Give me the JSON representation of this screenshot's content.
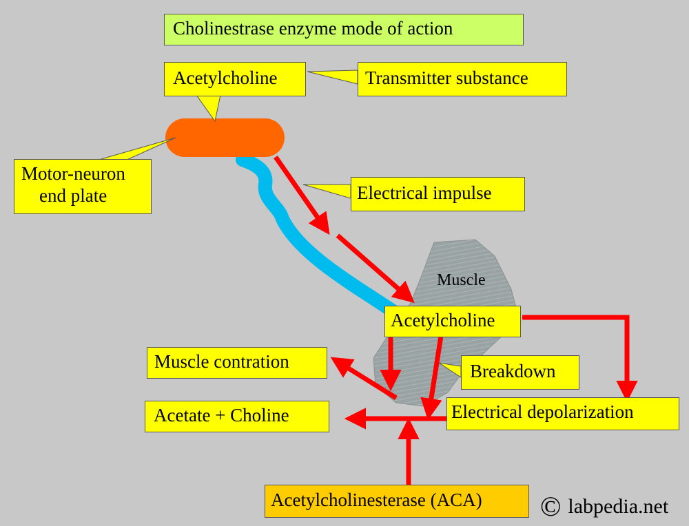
{
  "title": "Cholinestrase enzyme mode of action",
  "labels": {
    "acetylcholine_top": "Acetylcholine",
    "transmitter": "Transmitter substance",
    "motor_neuron": [
      "Motor-neuron",
      "end plate"
    ],
    "electrical_impulse": "Electrical impulse",
    "muscle": "Muscle",
    "acetylcholine_muscle": "Acetylcholine",
    "muscle_contraction": "Muscle contration",
    "breakdown": "Breakdown",
    "acetate_choline": "Acetate + Choline",
    "depolarization": "Electrical depolarization",
    "enzyme": "Acetylcholinesterase (ACA)"
  },
  "copyright": {
    "icon": "©",
    "text": "labpedia.net"
  },
  "colors": {
    "background": "#c8c8c8",
    "title_fill": "#ccff66",
    "label_fill": "#ffff00",
    "enzyme_fill": "#ffcc00",
    "neuron_fill": "#ff6600",
    "nerve_fiber": "#00bbee",
    "muscle_fill": "#9aa3a3",
    "arrow": "#ff0000"
  }
}
